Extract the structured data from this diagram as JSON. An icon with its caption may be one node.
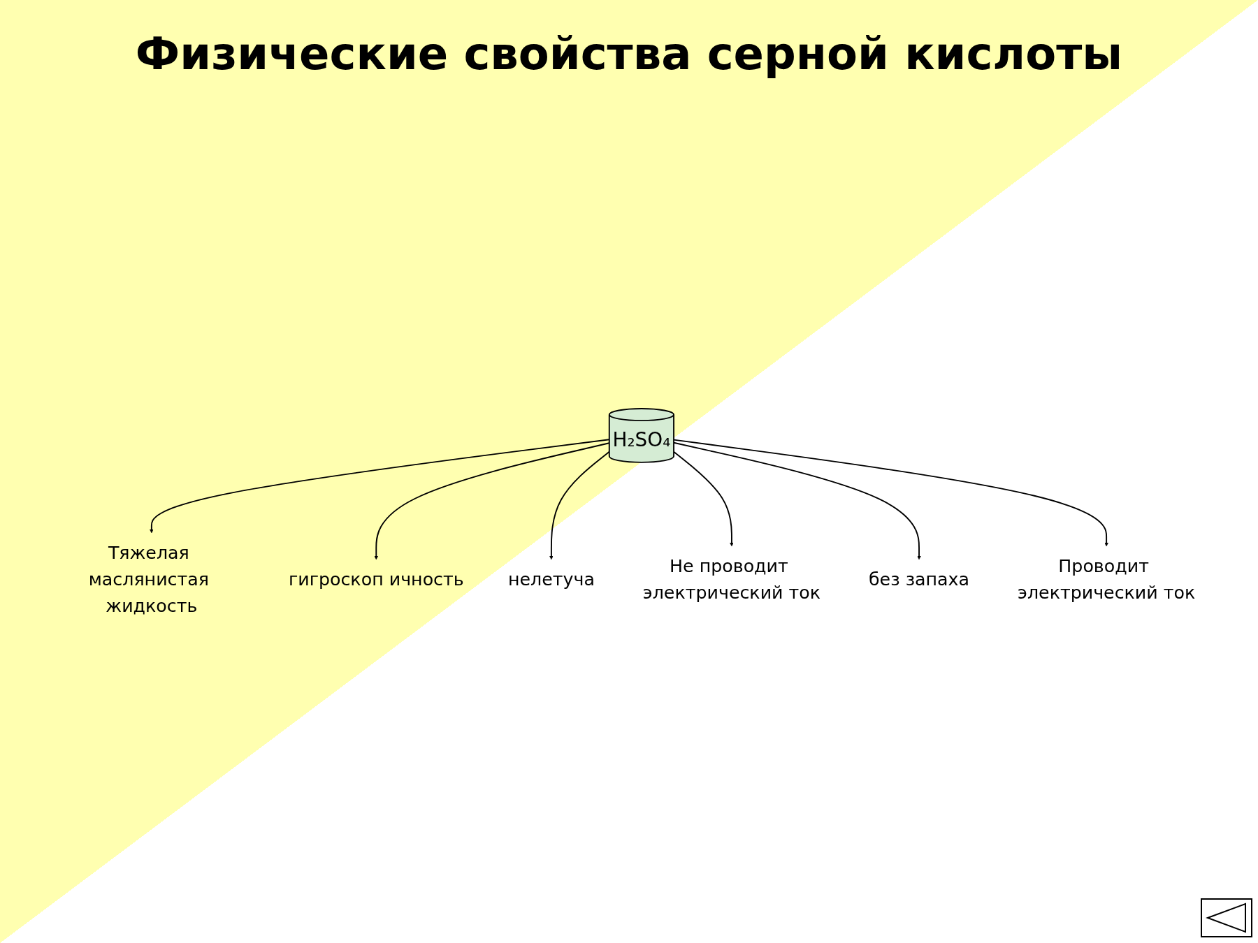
{
  "diagram": {
    "title": "Физические свойства серной кислоты",
    "nodes": [
      {
        "text": [
          "Тяжелая маслянистая жидкость"
        ]
      },
      {
        "text": [
          "гигроскоп ичность"
        ]
      },
      {
        "text": [
          "H₂SO₄"
        ]
      },
      {
        "text": [
          "нелетуча"
        ]
      },
      {
        "text": [
          "Не проводит электрический ток"
        ]
      },
      {
        "text": [
          "без запаха"
        ]
      },
      {
        "text": [
          "Проводит электрический ток"
        ]
      }
    ],
    "edges": [
      {
        "from": 2,
        "to": 0,
        "arrow": "to"
      },
      {
        "from": 2,
        "to": 1,
        "arrow": "to"
      },
      {
        "from": 2,
        "to": 3,
        "arrow": "to"
      },
      {
        "from": 2,
        "to": 4,
        "arrow": "to"
      },
      {
        "from": 2,
        "to": 5,
        "arrow": "to"
      },
      {
        "from": 2,
        "to": 6,
        "arrow": "to"
      }
    ]
  }
}
